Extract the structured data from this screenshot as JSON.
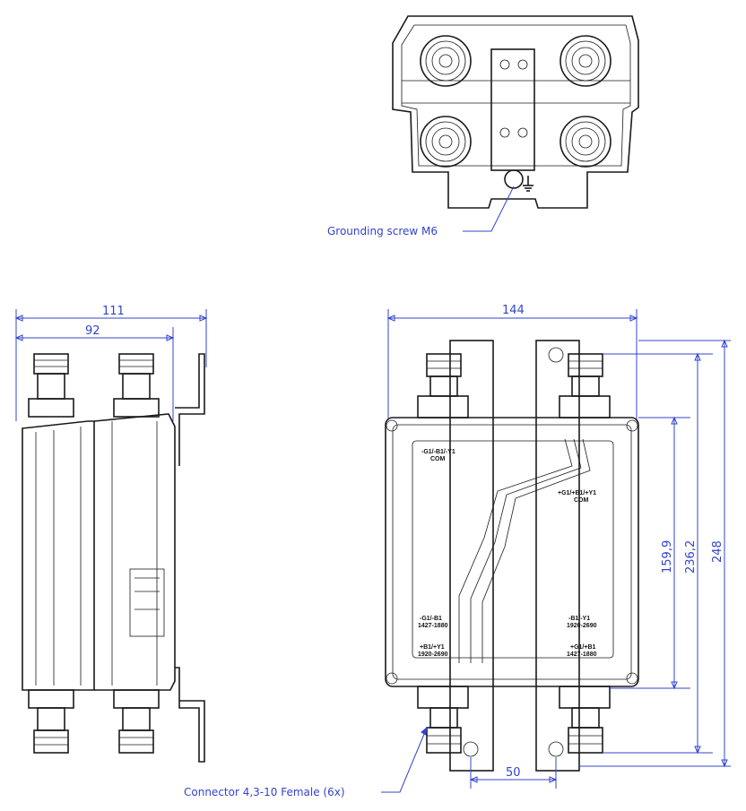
{
  "callouts": {
    "grounding": "Grounding screw M6",
    "connector": "Connector 4,3-10 Female (6x)"
  },
  "dimensions": {
    "width_overall": "111",
    "width_body": "92",
    "front_width": "144",
    "port_spacing": "50",
    "h1": "159,9",
    "h2": "236,2",
    "h3": "248"
  },
  "port_labels": {
    "top_left_1": "-G1/-B1/-Y1",
    "top_left_2": "COM",
    "top_right_1": "+G1/+B1/+Y1",
    "top_right_2": "COM",
    "mid_left_1": "-G1/-B1",
    "mid_left_2": "1427-1880",
    "mid_right_1": "-B1/-Y1",
    "mid_right_2": "1920-2690",
    "bot_left_1": "+B1/+Y1",
    "bot_left_2": "1920-2690",
    "bot_right_1": "+G1/+B1",
    "bot_right_2": "1427-1880"
  },
  "icons": [
    "ground-symbol-icon"
  ]
}
